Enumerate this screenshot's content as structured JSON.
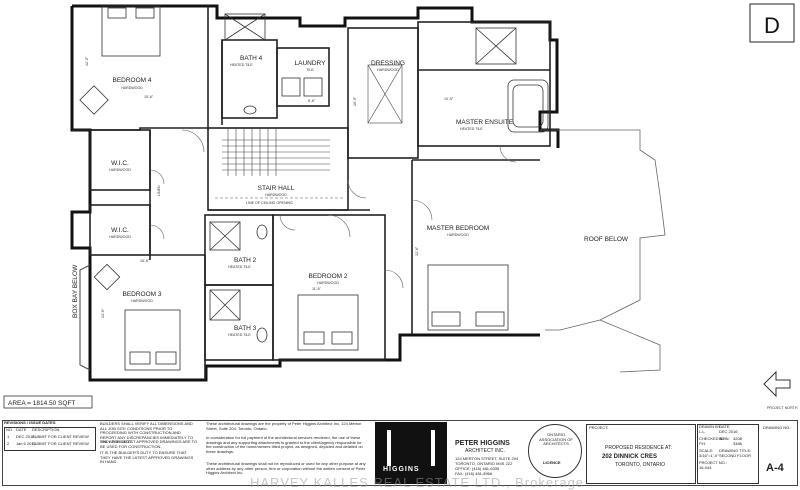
{
  "sheet": {
    "letter": "D",
    "area": "AREA = 1814.50 SQFT",
    "north": "PROJECT NORTH",
    "watermark": "HARVEY KALLES REAL ESTATE LTD., Brokerage"
  },
  "rooms": {
    "bedroom4": {
      "name": "BEDROOM 4",
      "floor": "HARDWOOD"
    },
    "bath4": {
      "name": "BATH 4",
      "floor": "HEATED TILE"
    },
    "laundry": {
      "name": "LAUNDRY",
      "floor": "TILE"
    },
    "dressing": {
      "name": "DRESSING",
      "floor": "HARDWOOD"
    },
    "ensuite": {
      "name": "MASTER ENSUITE",
      "floor": "HEATED TILE"
    },
    "wic1": {
      "name": "W.I.C.",
      "floor": "HARDWOOD"
    },
    "stairhall": {
      "name": "STAIR HALL",
      "floor": "HARDWOOD"
    },
    "wic2": {
      "name": "W.I.C.",
      "floor": "HARDWOOD"
    },
    "bath2": {
      "name": "BATH 2",
      "floor": "HEATED TILE"
    },
    "bedroom2": {
      "name": "BEDROOM 2",
      "floor": "HARDWOOD"
    },
    "master": {
      "name": "MASTER BEDROOM",
      "floor": "HARDWOOD"
    },
    "bedroom3": {
      "name": "BEDROOM 3",
      "floor": "HARDWOOD"
    },
    "bath3": {
      "name": "BATH 3",
      "floor": "HEATED TILE"
    },
    "linen": "LINEN",
    "roof_below": "ROOF BELOW",
    "bay_below": "BOX BAY BELOW",
    "line_of_ceiling": "LINE OF CEILING OPENING"
  },
  "dims": {
    "d1": "12'-0\"",
    "d2": "15'-6\"",
    "d3": "8'-6\"",
    "d4": "10'-0\"",
    "d5": "10'-5\"",
    "d6": "11'-6\"",
    "d7": "12'-6\"",
    "d8": "15'-6\"",
    "d9": "13'-6\""
  },
  "revisions": {
    "title": "REVISIONS / ISSUE DATES",
    "headers": [
      "NO.",
      "DATE",
      "DESCRIPTION"
    ],
    "rows": [
      {
        "no": "1",
        "date": "DEC 2016",
        "desc": "SUBMIT FOR CLIENT REVIEW"
      },
      {
        "no": "2",
        "date": "Jan 6 2017",
        "desc": "SUBMIT FOR CLIENT REVIEW"
      }
    ]
  },
  "notes": {
    "n1": "BUILDERS SHALL VERIFY ALL DIMENSIONS AND ALL JOB SITE CONDITIONS PRIOR TO PROCEEDING WITH CONSTRUCTION AND REPORT ANY DISCREPANCIES IMMEDIATELY TO THE ARCHITECT.",
    "n2": "ONLY THE LATEST APPROVED DRAWINGS ARE TO BE USED FOR CONSTRUCTION.",
    "n3": "IT IS THE BUILDER'S DUTY TO ENSURE THAT THEY HAVE THE LATEST APPROVED DRAWINGS IN HAND."
  },
  "copyright": {
    "p1": "These architectural drawings are the property of Peter Higgins Architect Inc. 124 Merton Street, Suite 204, Toronto, Ontario.",
    "p2": "In consideration for full payment of the architectural services rendered, the use of these drawings and any supporting attachments is granted to the client/agency responsible for the construction of the home/owners titled project, as designed, depicted and detailed on these drawings.",
    "p3": "These architectural drawings shall not be reproduced or used for any other purpose at any other address by any other person, firm or corporation without the written consent of Peter Higgins Architect Inc."
  },
  "firm": {
    "logo": "HIGGINS",
    "name": "PETER HIGGINS",
    "sub": "ARCHITECT INC.",
    "addr1": "124 MERTON STREET, SUITE 204",
    "addr2": "TORONTO, ONTARIO M4S 2Z2",
    "phone": "OFFICE: (416) 481-6335",
    "fax": "FAX: (416) 481-8966",
    "seal": "ONTARIO ASSOCIATION OF ARCHITECTS",
    "seal_label": "LICENCE"
  },
  "project": {
    "label": "PROJECT:",
    "l1": "PROPOSED RESIDENCE AT:",
    "l2": "202 DINNICK CRES",
    "l3": "TORONTO, ONTARIO",
    "drawn_by_label": "DRAWN BY:",
    "drawn_by": "L.L.",
    "checked_label": "CHECKED BY:",
    "checked": "P.H.",
    "scale_label": "SCALE:",
    "scale": "3/16\"=1'-0\"",
    "proj_label": "PROJECT NO.:",
    "proj": "16-044",
    "date_label": "DATE:",
    "date": "DEC 2016",
    "bcin_label": "BCIN:",
    "bcin1": "4208",
    "bcin2": "3486",
    "title_label": "DRAWING TITLE:",
    "title": "SECOND FLOOR",
    "dwg_no_label": "DRAWING NO.:",
    "dwg_no": "A-4"
  }
}
